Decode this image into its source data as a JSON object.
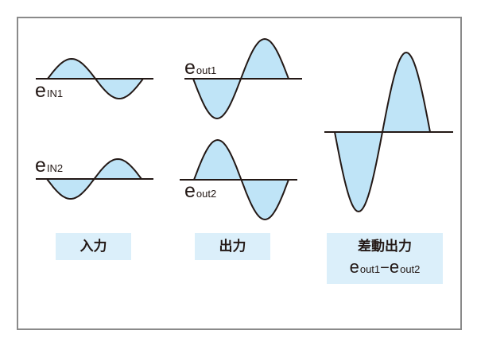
{
  "labels": {
    "in1": {
      "e": "e",
      "sub": "IN1"
    },
    "in2": {
      "e": "e",
      "sub": "IN2"
    },
    "out1": {
      "e": "e",
      "sub": "out1"
    },
    "out2": {
      "e": "e",
      "sub": "out2"
    }
  },
  "captions": {
    "input": "入力",
    "output": "出力",
    "diff": "差動出力",
    "diff_formula": {
      "e1": "e",
      "sub1": "out1",
      "minus": "−",
      "e2": "e",
      "sub2": "out2"
    }
  },
  "colors": {
    "fill": "#bfe4f7",
    "stroke": "#231815",
    "caption_bg": "#dbeffa",
    "frame": "#8a8a8a"
  },
  "waves": [
    {
      "name": "ein1-wave",
      "amplitude": 1,
      "phase": "positive-first"
    },
    {
      "name": "ein2-wave",
      "amplitude": 1,
      "phase": "negative-first"
    },
    {
      "name": "eout1-wave",
      "amplitude": 2,
      "phase": "negative-first"
    },
    {
      "name": "eout2-wave",
      "amplitude": 2,
      "phase": "positive-first"
    },
    {
      "name": "differential-output-wave",
      "amplitude": 4,
      "phase": "negative-first"
    }
  ]
}
